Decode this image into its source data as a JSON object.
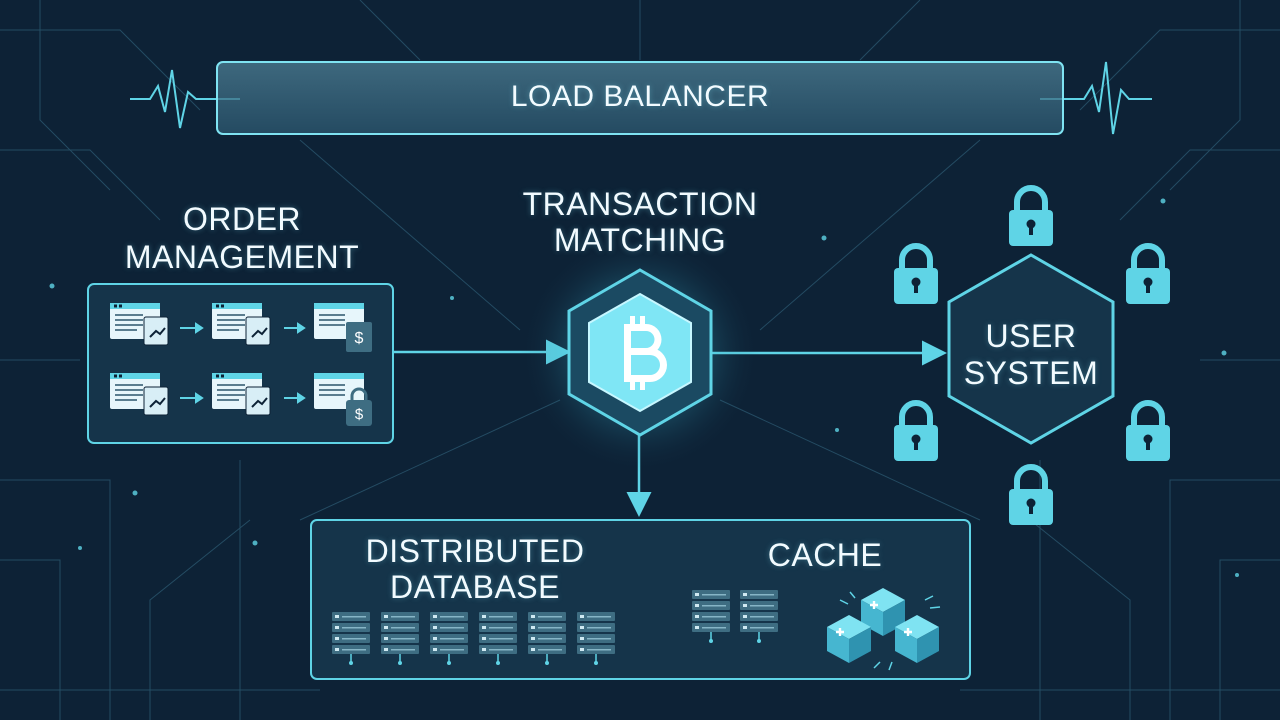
{
  "load_balancer": {
    "label": "LOAD BALANCER"
  },
  "order_management": {
    "label_line1": "ORDER",
    "label_line2": "MANAGEMENT"
  },
  "transaction_matching": {
    "label_line1": "TRANSACTION",
    "label_line2": "MATCHING",
    "icon": "bitcoin-icon"
  },
  "user_system": {
    "label_line1": "USER",
    "label_line2": "SYSTEM",
    "icon": "lock-icon"
  },
  "distributed_database": {
    "label_line1": "DISTRIBUTED",
    "label_line2": "DATABASE",
    "icon": "server-rack-icon"
  },
  "cache": {
    "label": "CACHE",
    "icon": "cube-icon"
  },
  "colors": {
    "background": "#0d2236",
    "accent": "#5fd4e6",
    "panel": "#15344a",
    "glow": "#7ff0ff"
  }
}
